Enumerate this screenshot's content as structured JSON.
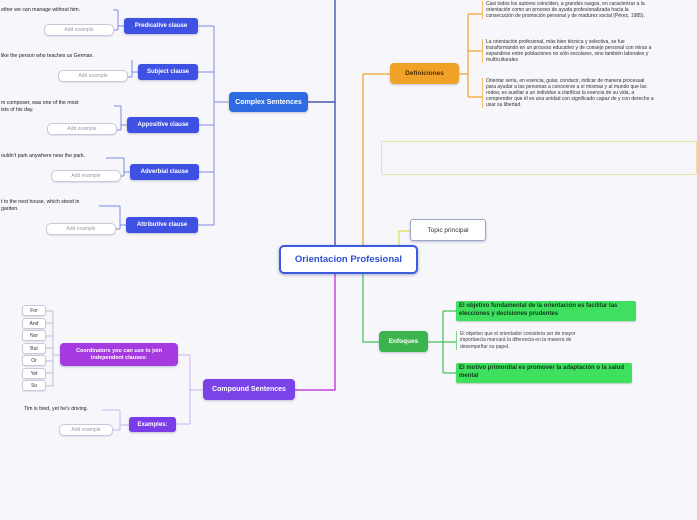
{
  "colors": {
    "background": "#f6f6fb",
    "center_border": "#3a5bdc",
    "complex_blue": "#2e6ae2",
    "clause_blue": "#3f51e3",
    "definiciones_orange": "#f0a228",
    "enfoques_green": "#3cb44e",
    "highlight_green": "#3fdf5f",
    "compound_purple": "#7a43e8",
    "coordinators_magenta": "#a43ae0",
    "line_navy": "#2b3a9e",
    "line_yellow": "#dade4e"
  },
  "center": {
    "label": "Orientacion Profesional"
  },
  "topic_principal": {
    "label": "Topic principal"
  },
  "branches": {
    "complex": {
      "label": "Complex Sentences",
      "clauses": [
        {
          "label": "Predicative clause",
          "example": "ether we can manage without him.",
          "add": "Add example"
        },
        {
          "label": "Subject clause",
          "example": "like the person who teaches us German.",
          "add": "Add example"
        },
        {
          "label": "Appositive clause",
          "example": "m composer, was one of the most\nists of his day.",
          "add": "Add example"
        },
        {
          "label": "Adverbial clause",
          "example": "ouldn't park anywhere near the park.",
          "add": "Add example"
        },
        {
          "label": "Attributive clause",
          "example": "t to the next house, which stood in\ngarden.",
          "add": "Add example"
        }
      ]
    },
    "definiciones": {
      "label": "Definiciones",
      "notes": [
        "Casi todos los autores coinciden, a grandes rasgos, en caracterizar a la orientación como un proceso de ayuda profesionalizada hacia la consecución de promoción personal y de madurez social (Pérez, 1985).",
        "La orientación profesional, más bien técnica y selectiva, se fue transformando en un proceso educativo y de consejo personal con miras a expandirse entre poblaciones no sólo escolares, sino también laborales y multiculturales",
        "Orientar sería, en esencia, guiar, conducir, indicar de manera procesual  para ayudar a las personas a conocerse a sí mismas y al mundo que las rodea; es auxiliar a un individuo a clarificar la esencia de su vida, a comprender que él es una unidad con significado capaz de y con derecho a usar su libertad."
      ]
    },
    "enfoques": {
      "label": "Enfoques",
      "notes": [
        {
          "text": "El objetivo fundamental de la orientación es facilitar  las elecciones y decisiones prudentes",
          "highlight": true
        },
        {
          "text": "El objetivo que el orientador considera ser de mayor importancia marcará la diferencia en la manera de desempeñar su papel.",
          "highlight": false
        },
        {
          "text": "El motivo primordial es promover la adaptación o la salud mental",
          "highlight": true
        }
      ]
    },
    "compound": {
      "label": "Compound Sentences",
      "coordinators": {
        "label": "Coordinators you can use to join independent clauses:",
        "items": [
          "For",
          "And",
          "Nor",
          "But",
          "Or",
          "Yet",
          "So"
        ]
      },
      "examples": {
        "label": "Examples:",
        "example": "Tim is tired, yet he's driving.",
        "add": "Add example"
      }
    }
  }
}
